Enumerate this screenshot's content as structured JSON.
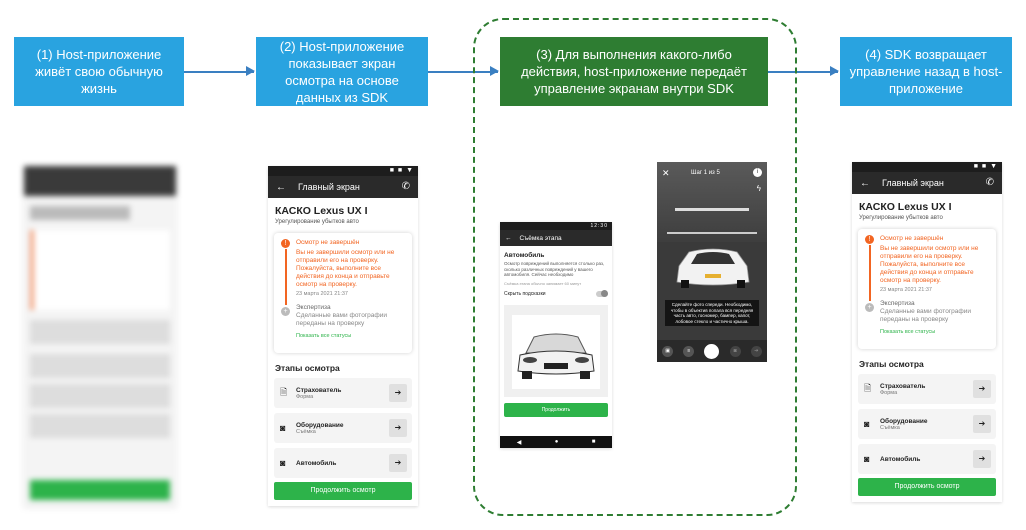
{
  "steps": [
    {
      "label": "(1) Host-приложение живёт свою обычную жизнь",
      "color": "#29a3e0"
    },
    {
      "label": "(2) Host-приложение показывает экран осмотра на основе данных из SDK",
      "color": "#29a3e0"
    },
    {
      "label": "(3) Для выполнения какого-либо действия, host-приложение передаёт управление экранам внутри SDK",
      "color": "#2e7d32"
    },
    {
      "label": "(4) SDK возвращает управление назад в host-приложение",
      "color": "#29a3e0"
    }
  ],
  "main_screen": {
    "appbar_title": "Главный экран",
    "title": "КАСКО Lexus UX I",
    "subtitle": "Урегулирование убытков авто",
    "status1_title": "Осмотр не завершён",
    "status1_text": "Вы не завершили осмотр или не отправили его на проверку. Пожалуйста, выполните все действия до конца и отправьте осмотр на проверку.",
    "status1_date": "23 марта 2021 21:37",
    "status2_title": "Экспертиза",
    "status2_text": "Сделанные вами фотографии переданы на проверку",
    "show_all": "Показать все статусы",
    "section": "Этапы осмотра",
    "items": [
      {
        "name": "Страхователь",
        "desc": "Форма",
        "icon": "document-icon"
      },
      {
        "name": "Оборудование",
        "desc": "Съёмка",
        "icon": "camera-icon"
      },
      {
        "name": "Автомобиль",
        "desc": "",
        "icon": "camera-icon"
      }
    ],
    "cta": "Продолжить осмотр"
  },
  "sdk_screen": {
    "appbar_title": "Съёмка этапа",
    "time": "12:30",
    "heading": "Автомобиль",
    "text": "Осмотр повреждений выполняется столько раз, сколько различных повреждений у вашего автомобиля. Сейчас необходимо",
    "note": "Съёмка этапа обычно занимает 60 минут",
    "toggle": "Скрыть подсказки",
    "cta": "Продолжить"
  },
  "camera_screen": {
    "step": "Шаг 1 из 5",
    "hint": "Сделайте фото спереди. Необходимо, чтобы в объектив попала вся передняя часть авто, госномер, бампер, капот, лобовое стекло и частично крыша."
  }
}
